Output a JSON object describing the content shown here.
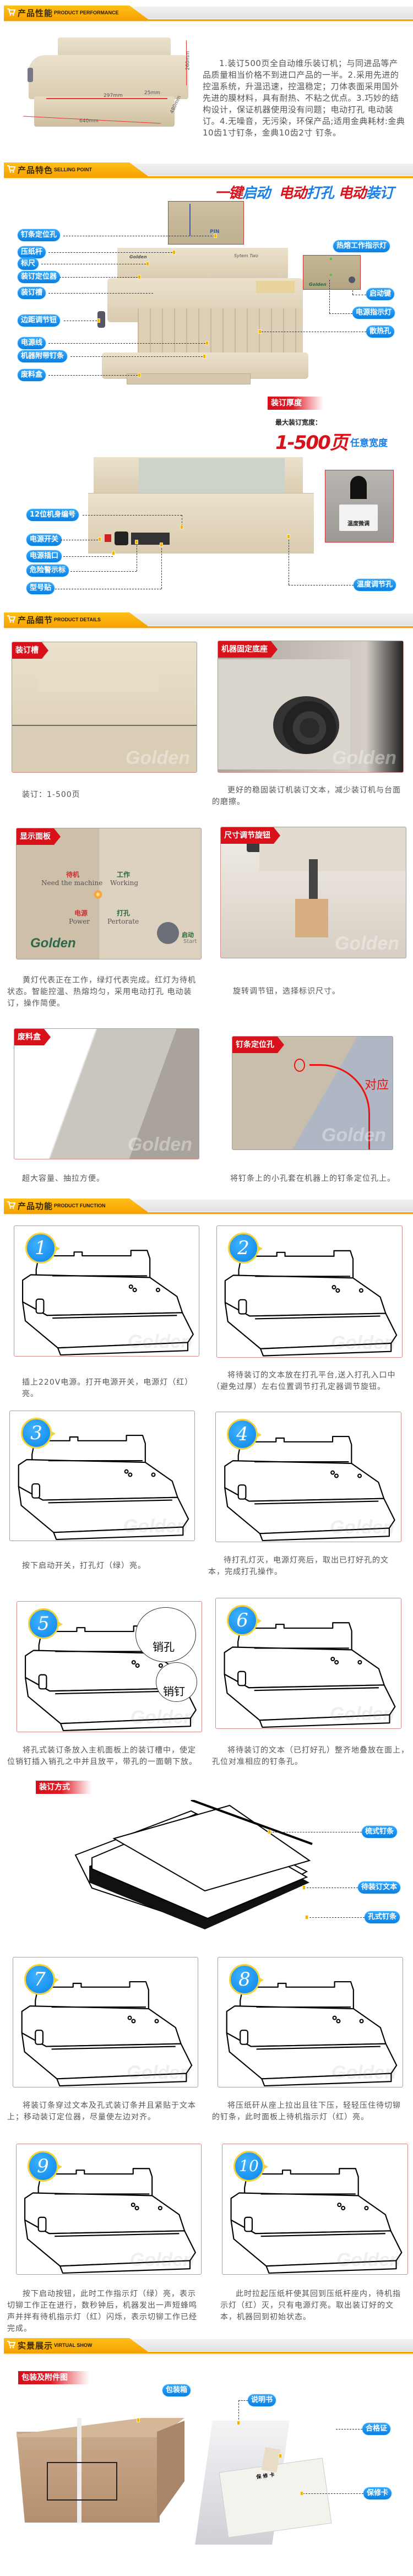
{
  "colors": {
    "header_orange": "#f6a400",
    "pill_blue": "#0a7fe0",
    "tag_red": "#d8111b"
  },
  "headers": [
    {
      "cn": "产品性能",
      "en": "PRODUCT PERFORMANCE",
      "icon": "cart-icon"
    },
    {
      "cn": "产品特色",
      "en": "SELLING POINT",
      "icon": "cart-icon"
    },
    {
      "cn": "产品细节",
      "en": "PRODUCT DETAILS",
      "icon": "cart-icon"
    },
    {
      "cn": "产品功能",
      "en": "PRODUCT FUNCTION",
      "icon": "cart-icon"
    },
    {
      "cn": "实景展示",
      "en": "VIRTUAL SHOW",
      "icon": "cart-icon"
    }
  ],
  "performance": {
    "dims": {
      "height": "260mm",
      "width": "640mm",
      "depth": "480mm",
      "bind_length": "297mm",
      "margin": "25mm"
    },
    "text": "1.装订500页全自动维乐装订机；与同进品等产品质量相当价格不到进口产品的一半。2.采用先进的控温系统，升温迅速，控温稳定；刀体表面采用国外先进的膜材料，具有耐热、不粘之优点。3.巧妙的结构设计，保证机器使用没有问题；电动打孔 电动装订。4.无噪音，无污染，环保产品;适用金典耗材:金典10齿1寸钉条，金典10齿2寸 钉条。"
  },
  "selling": {
    "slogan": [
      {
        "text": "一键",
        "color": "#d8111b"
      },
      {
        "text": "启动",
        "color": "#1a7fe6"
      },
      {
        "text": "电动",
        "color": "#d8111b"
      },
      {
        "text": "打孔",
        "color": "#1a7fe6"
      },
      {
        "text": "电动",
        "color": "#d8111b"
      },
      {
        "text": "装订",
        "color": "#1a7fe6"
      }
    ],
    "front_labels_left": [
      "钉条定位孔",
      "压纸杆",
      "标尺",
      "装订定位器",
      "装订槽",
      "边距调节钮",
      "电源线",
      "机器附带钉条",
      "废料盒"
    ],
    "front_labels_right": [
      "热熔工作指示灯",
      "启动键",
      "电源指示灯",
      "散热孔"
    ],
    "pin_text": "PIN",
    "brand": "Golden",
    "model_text": "Sytem Two",
    "thickness_tag": "装订厚度",
    "max_width_label": "最大装订宽度：",
    "max_width_value": "1-500页",
    "max_width_suffix": "任意宽度",
    "back_labels_left": [
      "12位机身编号",
      "电源开关",
      "电源插口",
      "危险警示标",
      "型号贴"
    ],
    "back_label_right": "温度调节孔",
    "temp_inset_text": "温度微调"
  },
  "details": [
    {
      "tag": "装订槽",
      "caption": "装订：1-500页"
    },
    {
      "tag": "机器固定底座",
      "caption": "更好的稳固装订机装订文本，减少装订机与台面的磨擦。"
    },
    {
      "tag": "显示面板",
      "caption": "黄灯代表正在工作，绿灯代表完成。红灯为待机状态。智能控温、热熔均匀，采用电动打孔 电动装订，操作简便。",
      "panel": {
        "standby_cn": "待机",
        "standby_en": "Need the machine",
        "working_cn": "工作",
        "working_en": "Working",
        "power_cn": "电源",
        "power_en": "Power",
        "perforate_cn": "打孔",
        "perforate_en": "Pertorate",
        "start_cn": "启动",
        "start_en": "Start"
      }
    },
    {
      "tag": "尺寸调节旋钮",
      "caption": "旋转调节钮，选择标识尺寸。"
    },
    {
      "tag": "废料盒",
      "caption": "超大容量、抽拉方便。"
    },
    {
      "tag": "钉条定位孔",
      "caption": "将钉条上的小孔套在机器上的钉条定位孔上。",
      "annotation": "对应"
    }
  ],
  "watermark": "Golden",
  "steps": [
    {
      "num": "1",
      "caption": "插上220V电源。打开电源开关，电源灯（红）亮。"
    },
    {
      "num": "2",
      "caption": "将待装订的文本放在打孔平台,送入打孔入口中（避免过厚）左右位置调节打孔定器调节旋钮。"
    },
    {
      "num": "3",
      "caption": "按下启动开关，打孔灯（绿）亮。"
    },
    {
      "num": "4",
      "caption": "待打孔灯灭，电源灯亮后，取出已打好孔的文本，完成打孔操作。"
    },
    {
      "num": "5",
      "caption": "将孔式装订条放入主机面板上的装订槽中，使定位销钉插入销孔之中并且放平，带孔的一面朝下放。",
      "callouts": [
        "销孔",
        "销钉"
      ]
    },
    {
      "num": "6",
      "caption": "将待装订的文本（已打好孔）整齐地叠放在面上，孔位对准相应的钉条孔。"
    },
    {
      "num": "7",
      "caption": "将装订条穿过文本及孔式装订条并且紧贴于文本上；移动装订定位器，尽量使左边对齐。"
    },
    {
      "num": "8",
      "caption": "将压纸矸从座上拉出且往下压，轻轻压住待切铆的钉条，此时面板上待机指示灯（红）亮。"
    },
    {
      "num": "9",
      "caption": "按下启动按钮，此时工作指示灯（绿）亮，表示切铆工作正在进行，数秒钟后，机器发出一声短蜂鸣声并拌有待机指示灯（红）闪烁，表示切铆工作已经完成。"
    },
    {
      "num": "10",
      "caption": "此时拉起压纸杆使其回到压纸杆座内，待机指示灯（红）灭，只有电源灯亮。取出装订好的文本，机器回到初始状态。"
    }
  ],
  "binding_method": {
    "tag": "装订方式",
    "labels": [
      "梳式钉条",
      "待装订文本",
      "孔式钉条"
    ]
  },
  "virtual_show": {
    "tag": "包装及附件图",
    "labels": [
      "包装箱",
      "说明书",
      "合格证",
      "保修卡"
    ],
    "warranty_title": "保 修 卡"
  }
}
